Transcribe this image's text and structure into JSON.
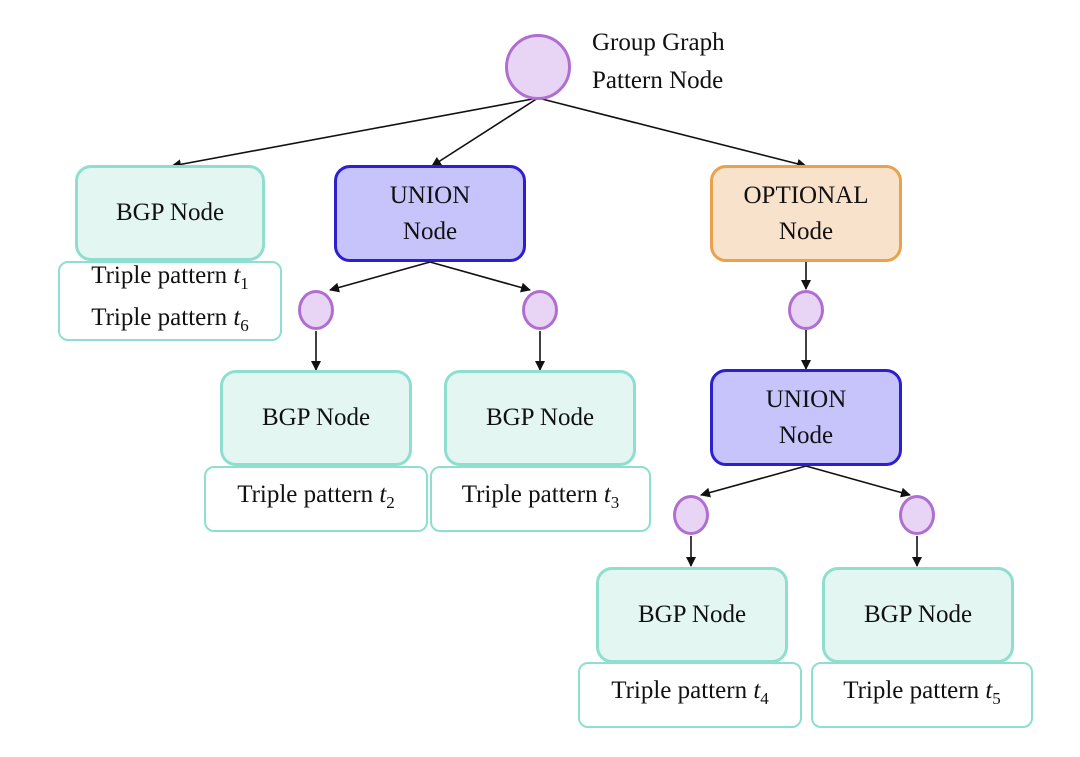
{
  "root": {
    "label_line1": "Group Graph",
    "label_line2": "Pattern Node"
  },
  "nodes": {
    "bgp_label": "BGP Node",
    "union_line1": "UNION",
    "union_line2": "Node",
    "optional_line1": "OPTIONAL",
    "optional_line2": "Node"
  },
  "triples": {
    "prefix": "Triple pattern ",
    "var": "t",
    "t1": "1",
    "t2": "2",
    "t3": "3",
    "t4": "4",
    "t5": "5",
    "t6": "6"
  },
  "colors": {
    "bgp_fill": "#e3f6f2",
    "bgp_border": "#8edfcf",
    "union_fill": "#c7c3fb",
    "union_border": "#2d1fd0",
    "optional_fill": "#f9e2cc",
    "optional_border": "#e9a24b",
    "group_node_fill": "#e8d4f4",
    "group_node_border": "#b06fd0",
    "edge": "#111111"
  }
}
